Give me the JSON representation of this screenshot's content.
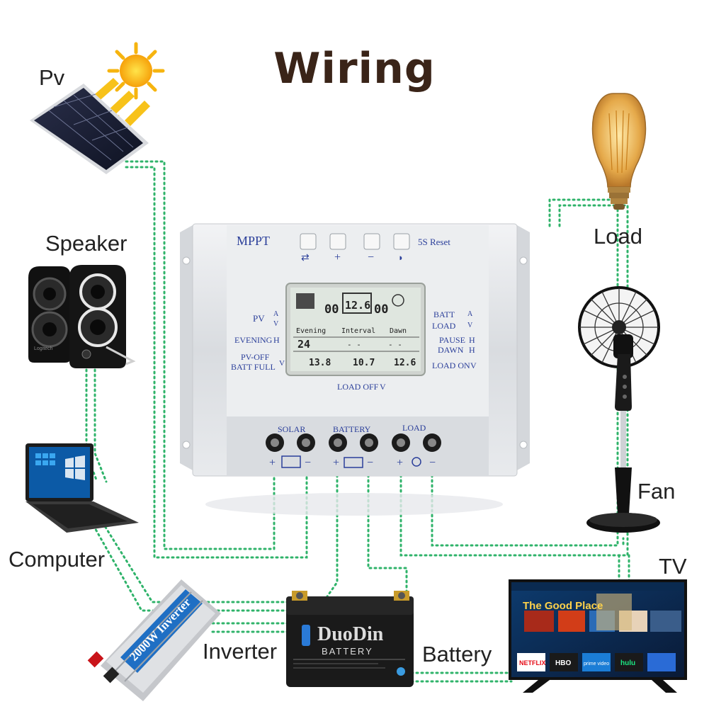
{
  "title": "Wiring",
  "devices": {
    "pv": "Pv",
    "speaker": "Speaker",
    "computer": "Computer",
    "inverter": "Inverter",
    "battery": "Battery",
    "load": "Load",
    "fan": "Fan",
    "tv": "TV"
  },
  "controller": {
    "brand": "MPPT",
    "reset_label": "\u00165S Reset",
    "lcd": {
      "pv_label": "PV",
      "a": "A",
      "v": "V",
      "h": "H",
      "evening_label": "EVENING",
      "pvoff_label": "PV-OFF",
      "battfull_label": "BATT FULL",
      "batt_label": "BATT",
      "load_label": "LOAD",
      "pause_label": "PAUSE",
      "dawn_label": "DAWN",
      "loadon_label": "LOAD ON",
      "loadoff_label": "LOAD OFF",
      "val_left": "00",
      "val_mid": "12.6",
      "val_right": "00",
      "row_evening": "Evening",
      "row_interval": "Interval",
      "row_dawn": "Dawn",
      "hours": "24",
      "blank1": "- -",
      "blank2": "- -",
      "v1": "13.8",
      "v2": "10.7",
      "v3": "12.6"
    },
    "terminals": {
      "solar": "SOLAR",
      "battery": "BATTERY",
      "load": "LOAD"
    }
  },
  "battery_brand": {
    "name": "DuoDin",
    "sub": "BATTERY"
  },
  "inverter_label": "2000W Inverter",
  "tv_screen": {
    "show": "The Good Place",
    "apps": [
      "NETFLIX",
      "HBO",
      "prime video",
      "hulu"
    ]
  },
  "speaker_brand": "Logitech",
  "colors": {
    "wire": "#2fb36a",
    "controller_text": "#2b3f9a",
    "title": "#3a2418"
  }
}
